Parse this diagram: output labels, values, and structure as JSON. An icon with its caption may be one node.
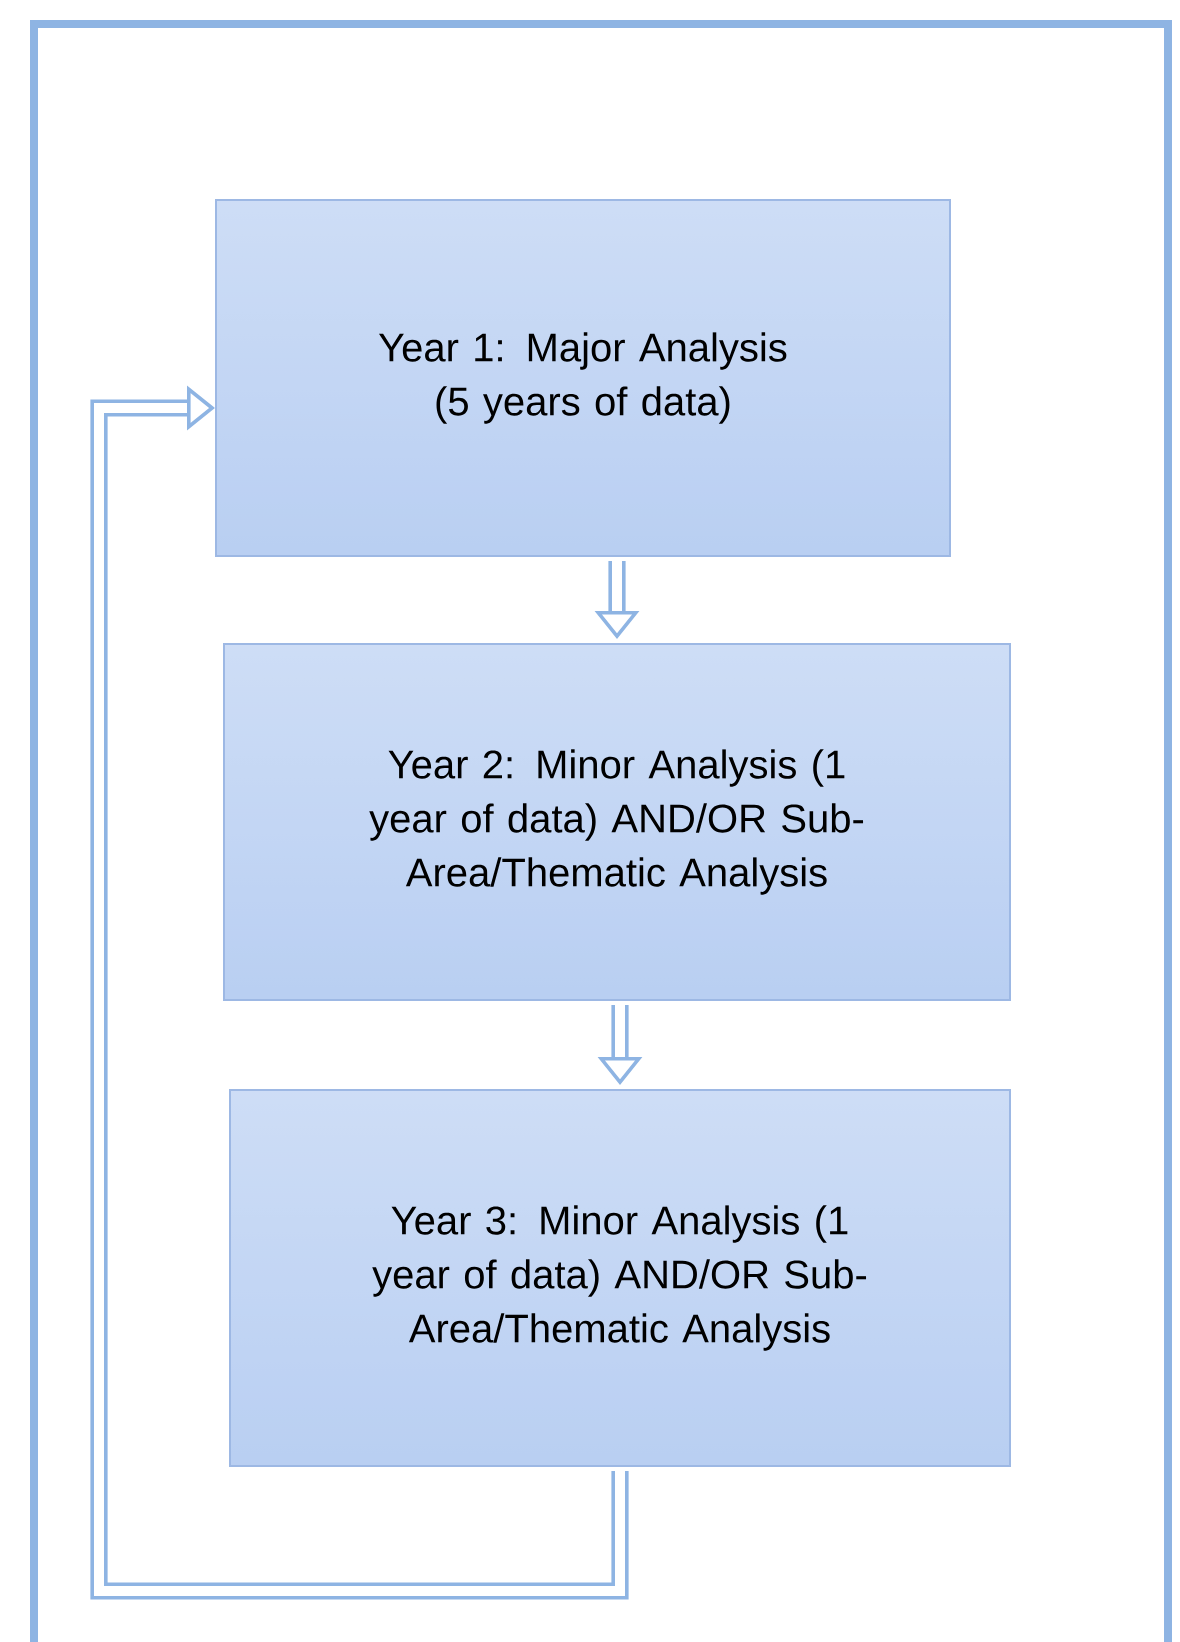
{
  "diagram": {
    "nodes": [
      {
        "text": [
          "Year 1: Major Analysis (5 years of data)"
        ]
      },
      {
        "text": [
          "Year 2: Minor Analysis (1 year of data) AND/OR Sub-Area/Thematic Analysis"
        ]
      },
      {
        "text": [
          "Year 3: Minor Analysis (1 year of data) AND/OR Sub-Area/Thematic Analysis"
        ]
      }
    ],
    "edges": [
      {
        "from": 0,
        "to": 1,
        "arrow": "to"
      },
      {
        "from": 1,
        "to": 2,
        "arrow": "to"
      },
      {
        "from": 2,
        "to": 0,
        "arrow": "to"
      }
    ]
  }
}
